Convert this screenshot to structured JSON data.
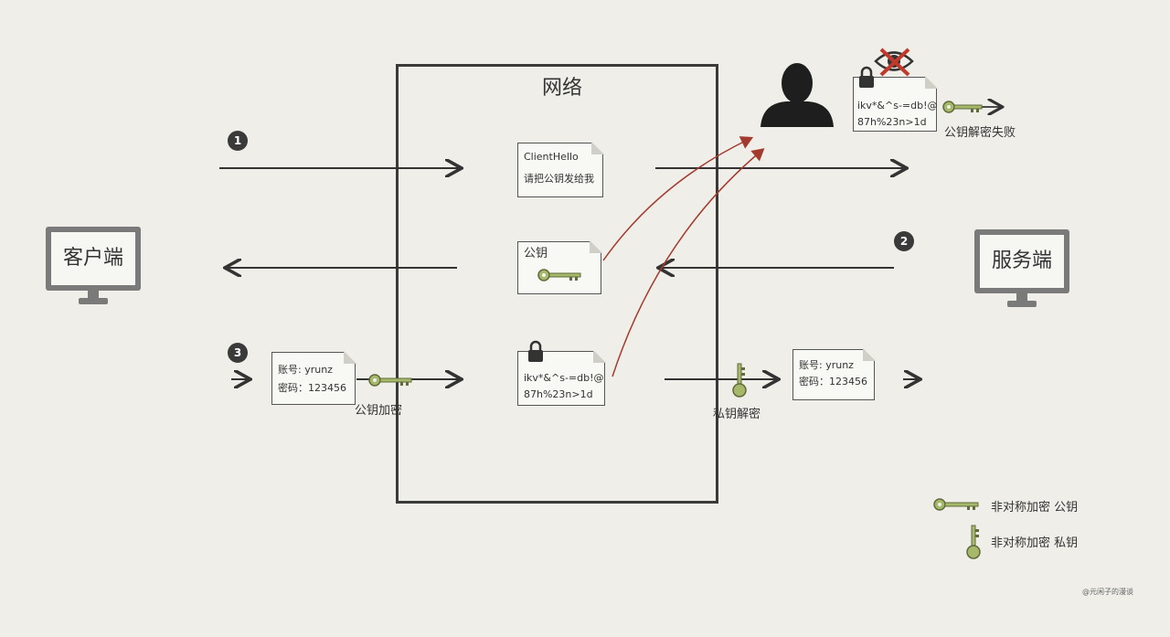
{
  "network": {
    "title": "网络"
  },
  "client": {
    "label": "客户端"
  },
  "server": {
    "label": "服务端"
  },
  "steps": [
    "1",
    "2",
    "3"
  ],
  "docs": {
    "client_hello": {
      "line1": "ClientHello",
      "line2": "请把公钥发给我"
    },
    "public_key": {
      "line1": "公钥"
    },
    "encrypted": {
      "line1": "ikv*&^s-=db!@",
      "line2": "87h%23n>1d"
    },
    "account": {
      "line1": "账号: yrunz",
      "line2": "密码：123456"
    },
    "account_server": {
      "line1": "账号: yrunz",
      "line2": "密码：123456"
    },
    "attacker_encrypted": {
      "line1": "ikv*&^s-=db!@",
      "line2": "87h%23n>1d"
    }
  },
  "labels": {
    "public_encrypt": "公钥加密",
    "private_decrypt": "私钥解密",
    "public_decrypt_fail": "公钥解密失败"
  },
  "legend": {
    "public_key": "非对称加密 公钥",
    "private_key": "非对称加密 私钥"
  },
  "watermark": "@元闲子的漫谈",
  "colors": {
    "key": "#a6b86a",
    "key_stroke": "#5f6b3a",
    "attack_arrow": "#a33a2e",
    "line": "#333333"
  }
}
